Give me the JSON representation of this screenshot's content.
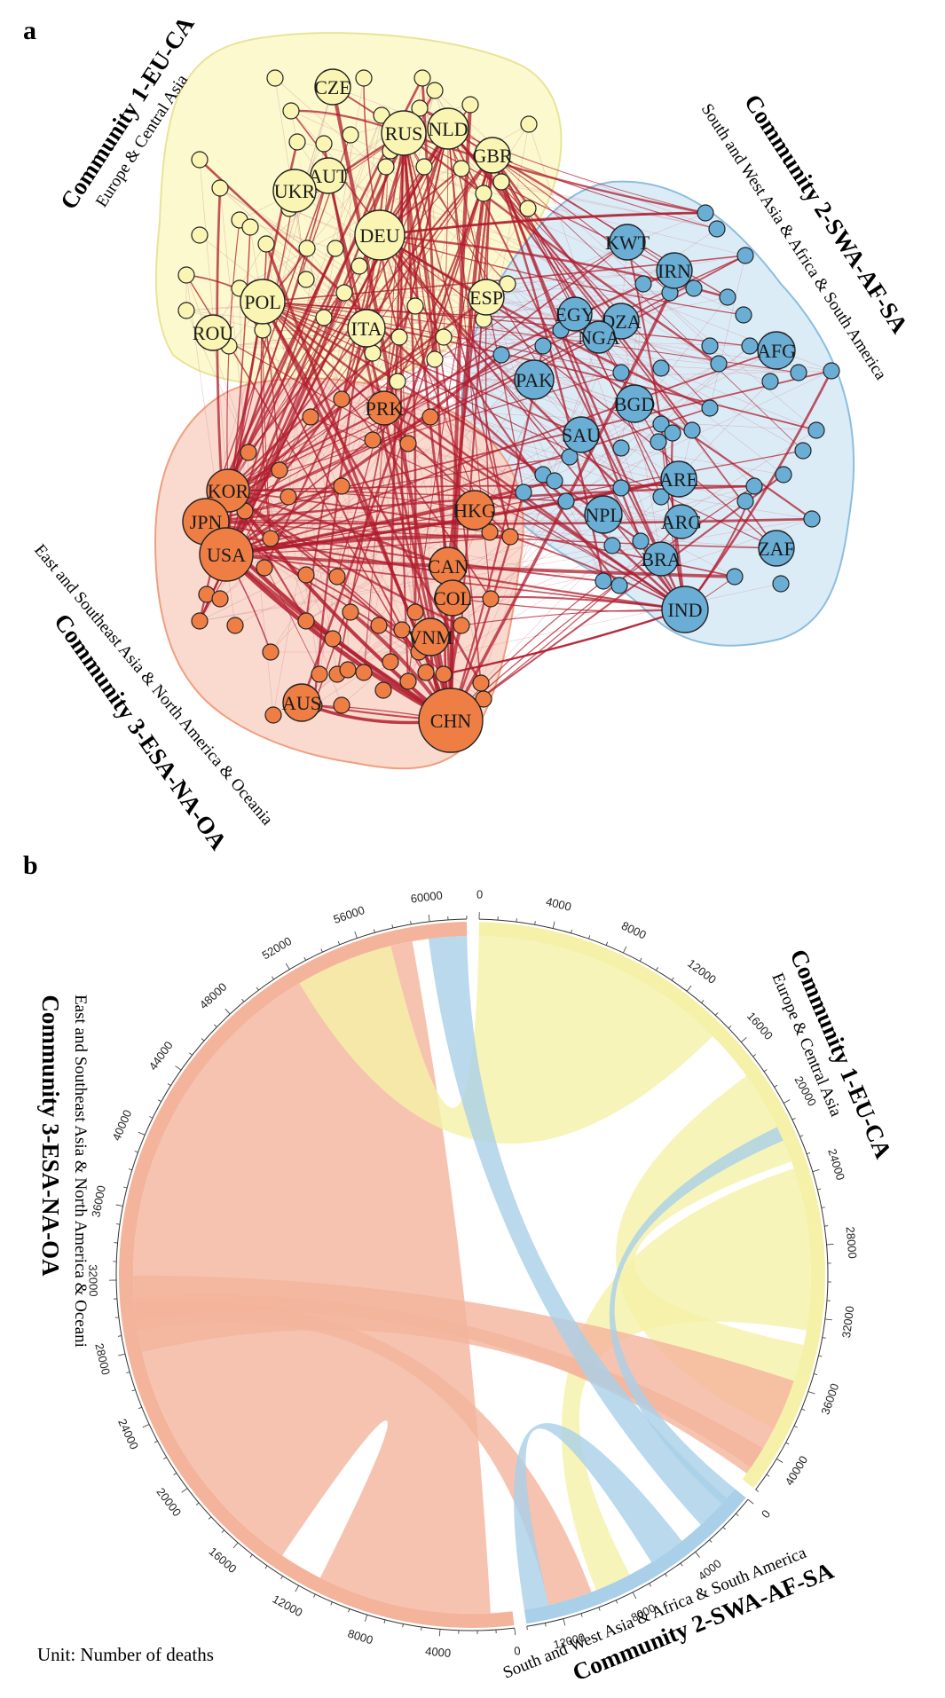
{
  "panel_a": {
    "letter": "a",
    "communities": [
      {
        "id": 1,
        "title": "Community 1-EU-CA",
        "subtitle": "Europe & Central Asia",
        "fill": "#fbf8c6",
        "stroke": "#e8e49a",
        "node_color": "#faf5b2"
      },
      {
        "id": 2,
        "title": "Community 2-SWA-AF-SA",
        "subtitle": "South and West Asia & Africa & South America",
        "fill": "#d6e9f6",
        "stroke": "#8bbede",
        "node_color": "#6aaed6"
      },
      {
        "id": 3,
        "title": "Community 3-ESA-NA-OA",
        "subtitle": "East and Southeast Asia & North America & Oceania",
        "fill": "#f9d3c6",
        "stroke": "#ef9f80",
        "node_color": "#ef7e45"
      }
    ],
    "labeled_nodes": [
      {
        "label": "CZE",
        "c": 1
      },
      {
        "label": "RUS",
        "c": 1
      },
      {
        "label": "NLD",
        "c": 1
      },
      {
        "label": "GBR",
        "c": 1
      },
      {
        "label": "AUT",
        "c": 1
      },
      {
        "label": "UKR",
        "c": 1
      },
      {
        "label": "DEU",
        "c": 1
      },
      {
        "label": "POL",
        "c": 1
      },
      {
        "label": "ESP",
        "c": 1
      },
      {
        "label": "ROU",
        "c": 1
      },
      {
        "label": "ITA",
        "c": 1
      },
      {
        "label": "KWT",
        "c": 2
      },
      {
        "label": "IRN",
        "c": 2
      },
      {
        "label": "EGY",
        "c": 2
      },
      {
        "label": "DZA",
        "c": 2
      },
      {
        "label": "NGA",
        "c": 2
      },
      {
        "label": "AFG",
        "c": 2
      },
      {
        "label": "PAK",
        "c": 2
      },
      {
        "label": "BGD",
        "c": 2
      },
      {
        "label": "SAU",
        "c": 2
      },
      {
        "label": "ARE",
        "c": 2
      },
      {
        "label": "NPL",
        "c": 2
      },
      {
        "label": "ARG",
        "c": 2
      },
      {
        "label": "ZAF",
        "c": 2
      },
      {
        "label": "BRA",
        "c": 2
      },
      {
        "label": "IND",
        "c": 2
      },
      {
        "label": "PRK",
        "c": 3
      },
      {
        "label": "KOR",
        "c": 3
      },
      {
        "label": "JPN",
        "c": 3
      },
      {
        "label": "USA",
        "c": 3
      },
      {
        "label": "HKG",
        "c": 3
      },
      {
        "label": "CAN",
        "c": 3
      },
      {
        "label": "COL",
        "c": 3
      },
      {
        "label": "VNM",
        "c": 3
      },
      {
        "label": "AUS",
        "c": 3
      },
      {
        "label": "CHN",
        "c": 3
      }
    ]
  },
  "panel_b": {
    "letter": "b",
    "unit_label": "Unit: Number of deaths",
    "arcs": [
      {
        "name": "Community 1-EU-CA",
        "subtitle": "Europe & Central Asia",
        "total": 42000,
        "ticks": [
          "0",
          "4000",
          "8000",
          "12000",
          "16000",
          "20000",
          "24000",
          "28000",
          "32000",
          "36000",
          "40000"
        ]
      },
      {
        "name": "Community 2-SWA-AF-SA",
        "subtitle": "South and West Asia & Africa & South America",
        "total": 14000,
        "ticks": [
          "0",
          "4000",
          "8000",
          "12000"
        ]
      },
      {
        "name": "Community 3-ESA-NA-OA",
        "subtitle": "East and Southeast Asia & North America & Oceani",
        "total": 62000,
        "ticks": [
          "0",
          "4000",
          "8000",
          "12000",
          "16000",
          "20000",
          "24000",
          "28000",
          "32000",
          "36000",
          "40000",
          "44000",
          "48000",
          "52000",
          "56000",
          "60000"
        ]
      }
    ],
    "colors": {
      "c1": "#f5f1a8",
      "c2": "#a9d0e8",
      "c3": "#f4b49c"
    }
  }
}
